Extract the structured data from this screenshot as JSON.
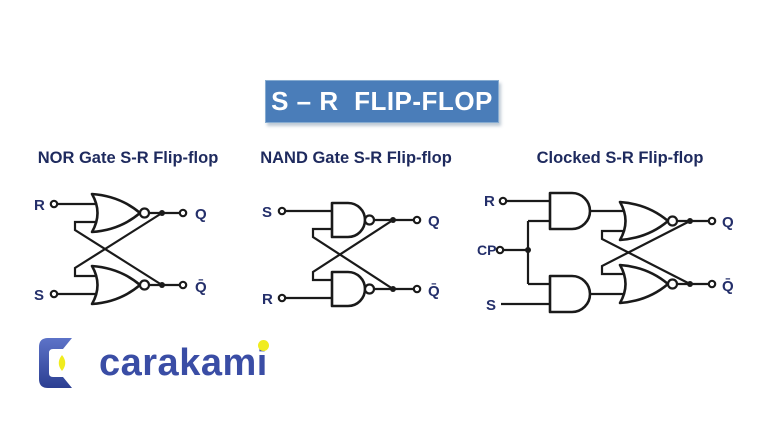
{
  "banner": {
    "title": "S – R  FLIP-FLOP"
  },
  "circuits": {
    "nor": {
      "title": "NOR Gate S-R Flip-flop",
      "input_top": "R",
      "input_bottom": "S",
      "output_top": "Q",
      "output_bottom": "Q̄"
    },
    "nand": {
      "title": "NAND Gate S-R Flip-flop",
      "input_top": "S",
      "input_bottom": "R",
      "output_top": "Q",
      "output_bottom": "Q̄"
    },
    "clocked": {
      "title": "Clocked S-R Flip-flop",
      "input_top": "R",
      "input_middle": "CP",
      "input_bottom": "S",
      "output_top": "Q",
      "output_bottom": "Q̄"
    }
  },
  "logo": {
    "text": "carakami"
  },
  "colors": {
    "banner_bg": "#4a7db9",
    "banner_text": "#ffffff",
    "label_navy": "#242f6a",
    "wire": "#1a1a1a",
    "logo_blue": "#3a4da5",
    "logo_accent": "#f0ec1e"
  }
}
